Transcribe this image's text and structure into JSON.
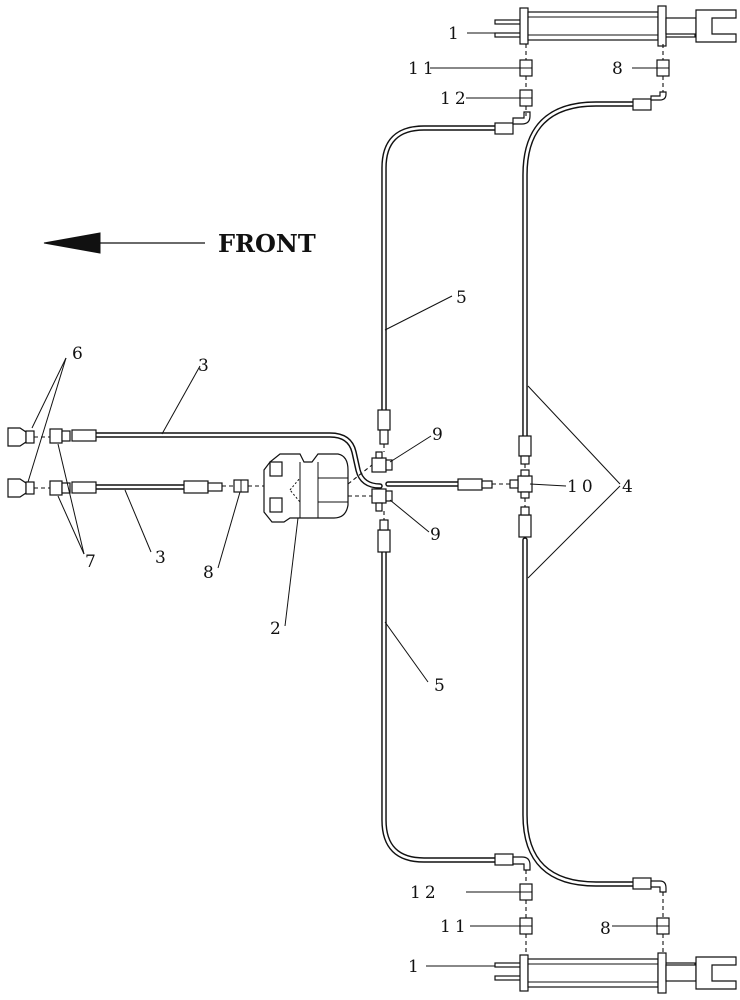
{
  "direction_label": "FRONT",
  "callouts": {
    "c1_top": "1",
    "c1_bottom": "1",
    "c2": "2",
    "c3_top": "3",
    "c3_bottom": "3",
    "c4": "4",
    "c5_top": "5",
    "c5_bottom": "5",
    "c6": "6",
    "c7": "7",
    "c8_top": "8",
    "c8_mid": "8",
    "c8_bottom": "8",
    "c9_top": "9",
    "c9_bottom": "9",
    "c10": "10",
    "c11_top": "11",
    "c11_bottom": "11",
    "c12_top": "12",
    "c12_bottom": "12"
  }
}
